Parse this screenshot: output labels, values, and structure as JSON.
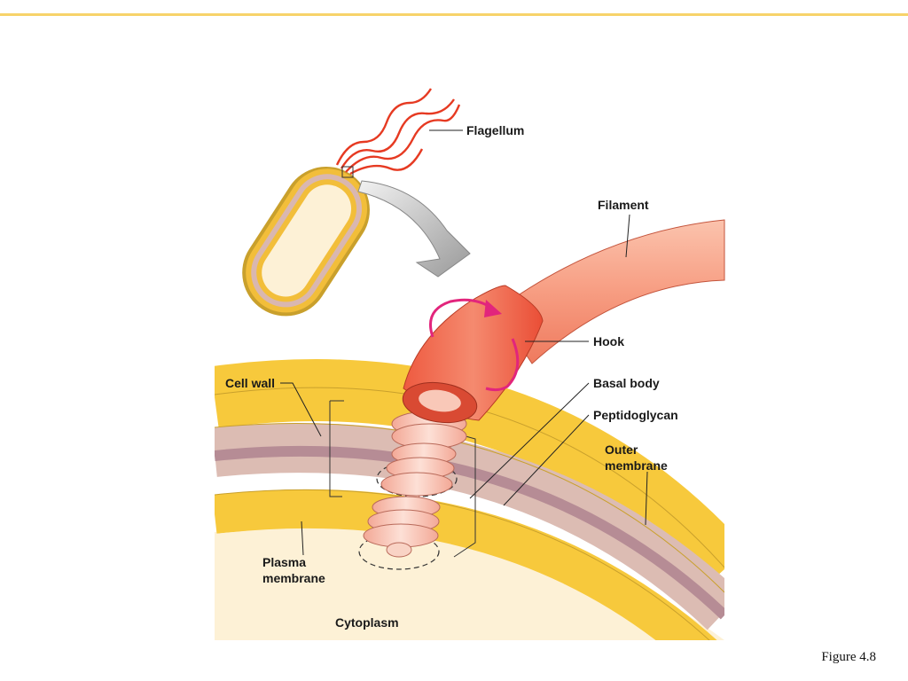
{
  "labels": {
    "flagellum": "Flagellum",
    "filament": "Filament",
    "hook": "Hook",
    "cell_wall": "Cell wall",
    "basal_body": "Basal body",
    "peptidoglycan": "Peptidoglycan",
    "outer_membrane_1": "Outer",
    "outer_membrane_2": "membrane",
    "plasma_membrane_1": "Plasma",
    "plasma_membrane_2": "membrane",
    "cytoplasm": "Cytoplasm"
  },
  "caption": "Figure 4.8",
  "colors": {
    "accent_rule": "#f7d36a",
    "filament": "#f28a70",
    "membrane_yellow": "#f7c93c",
    "peptidoglycan": "#d9b7b0",
    "rotation_arrow": "#e2257c",
    "cytoplasm": "#fdf1d6"
  }
}
